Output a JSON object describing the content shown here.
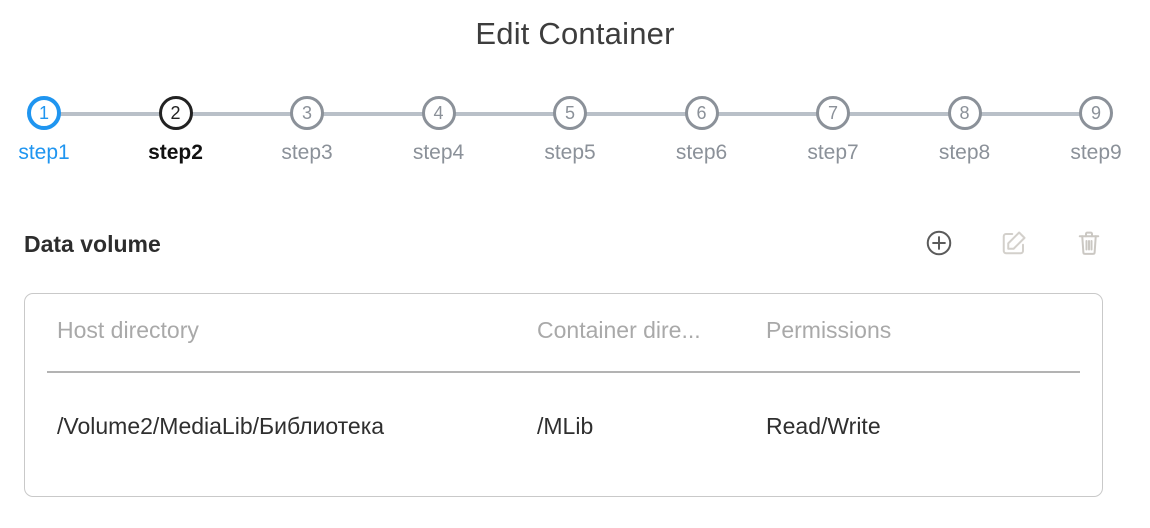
{
  "page": {
    "title": "Edit Container"
  },
  "stepper": {
    "line_color": "#b9c0c8",
    "active_color": "#1f95f0",
    "current_color": "#222222",
    "inactive_color": "#8b9199",
    "steps": [
      {
        "number": "1",
        "label": "step1",
        "state": "done"
      },
      {
        "number": "2",
        "label": "step2",
        "state": "current"
      },
      {
        "number": "3",
        "label": "step3",
        "state": "inactive"
      },
      {
        "number": "4",
        "label": "step4",
        "state": "inactive"
      },
      {
        "number": "5",
        "label": "step5",
        "state": "inactive"
      },
      {
        "number": "6",
        "label": "step6",
        "state": "inactive"
      },
      {
        "number": "7",
        "label": "step7",
        "state": "inactive"
      },
      {
        "number": "8",
        "label": "step8",
        "state": "inactive"
      },
      {
        "number": "9",
        "label": "step9",
        "state": "inactive"
      }
    ]
  },
  "section": {
    "title": "Data volume",
    "actions": [
      {
        "icon": "add-circle-icon",
        "name": "add-volume-button",
        "enabled": true,
        "color": "#5b5b5b"
      },
      {
        "icon": "edit-square-icon",
        "name": "edit-volume-button",
        "enabled": false,
        "color": "#d3d0cb"
      },
      {
        "icon": "trash-icon",
        "name": "delete-volume-button",
        "enabled": false,
        "color": "#cbc8c3",
        "delete": true
      }
    ]
  },
  "table": {
    "columns": [
      {
        "label": "Host directory"
      },
      {
        "label": "Container dire..."
      },
      {
        "label": "Permissions"
      }
    ],
    "rows": [
      {
        "host_directory": "/Volume2/MediaLib/Библиотека",
        "container_directory": "/MLib",
        "permissions": "Read/Write"
      }
    ]
  }
}
